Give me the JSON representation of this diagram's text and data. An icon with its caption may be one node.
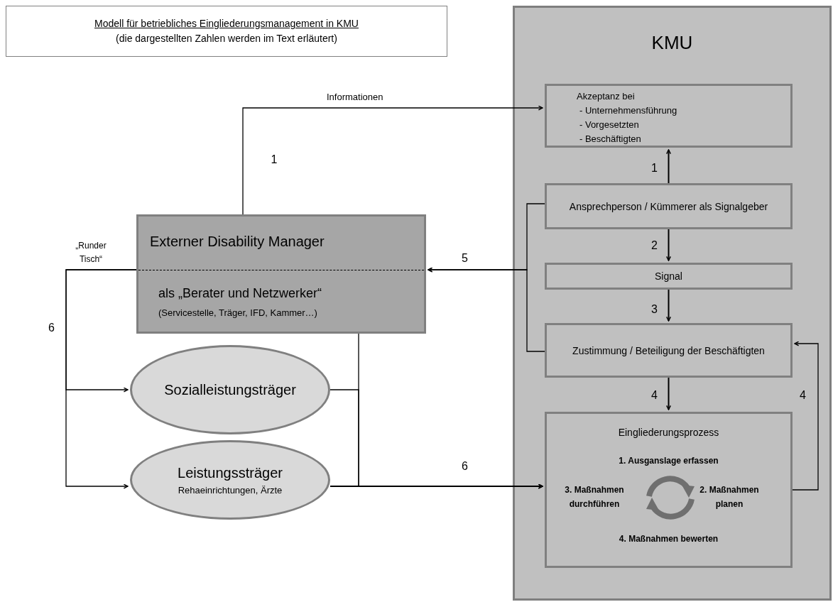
{
  "diagram": {
    "nodes": [
      {
        "text": [
          "Modell für betriebliches Eingliederungsmanagement in KMU",
          "(die dargestellten Zahlen werden im Text erläutert)"
        ]
      },
      {
        "text": [
          "KMU"
        ]
      },
      {
        "text": [
          "Akzeptanz bei",
          "- Unternehmensführung",
          "- Vorgesetzten",
          "- Beschäftigten"
        ],
        "in": 1
      },
      {
        "text": [
          "Ansprechperson / Kümmerer als Signalgeber"
        ],
        "in": 1
      },
      {
        "text": [
          "Signal"
        ],
        "in": 1
      },
      {
        "text": [
          "Zustimmung / Beteiligung der Beschäftigten"
        ],
        "in": 1
      },
      {
        "text": [
          "Eingliederungsprozess",
          "1. Ausganslage erfassen",
          "3. Maßnahmen durchführen",
          "2. Maßnahmen planen",
          "4. Maßnahmen bewerten"
        ],
        "in": 1
      },
      {
        "text": [
          "Externer Disability Manager",
          "als „Berater und Netzwerker“",
          "(Servicestelle, Träger, IFD, Kammer…)"
        ]
      },
      {
        "text": [
          "Sozialleistungsträger"
        ]
      },
      {
        "text": [
          "Leistungssträger",
          "Rehaeinrichtungen, Ärzte"
        ]
      }
    ],
    "edges": [
      {
        "from": 7,
        "to": 2,
        "arrow": "to",
        "label": "Informationen"
      },
      {
        "from": 3,
        "to": 2,
        "arrow": "to",
        "label": "1"
      },
      {
        "from": 3,
        "to": 4,
        "arrow": "to",
        "label": "2"
      },
      {
        "from": 4,
        "to": 5,
        "arrow": "to",
        "label": "3"
      },
      {
        "from": 5,
        "to": 6,
        "arrow": "to",
        "label": "4"
      },
      {
        "from": 6,
        "to": 5,
        "arrow": "to",
        "label": "4"
      },
      {
        "from": 3,
        "to": 7,
        "arrow": "to",
        "label": "5"
      },
      {
        "from": 5,
        "to": 7,
        "arrow": "to"
      },
      {
        "from": 7,
        "to": 8,
        "arrow": "to",
        "label": "6"
      },
      {
        "from": 7,
        "to": 9,
        "arrow": "to"
      },
      {
        "from": 8,
        "to": 6,
        "arrow": "to"
      },
      {
        "from": 9,
        "to": 6,
        "arrow": "to",
        "label": "6"
      },
      {
        "from": 7,
        "to": 6,
        "arrow": "to"
      }
    ],
    "labels": [
      "1",
      "„Runder Tisch“"
    ]
  }
}
